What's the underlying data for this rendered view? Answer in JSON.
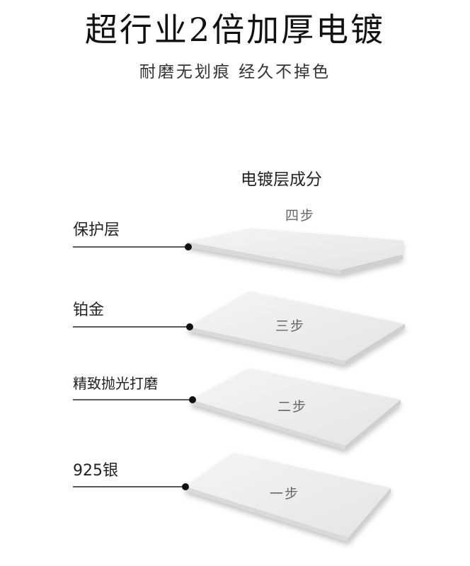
{
  "header": {
    "title": "超行业2倍加厚电镀",
    "subtitle": "耐磨无划痕 经久不掉色"
  },
  "diagram": {
    "title": "电镀层成分",
    "layers": [
      {
        "label": "保护层",
        "step": "四步"
      },
      {
        "label": "铂金",
        "step": "三步"
      },
      {
        "label": "精致抛光打磨",
        "step": "二步"
      },
      {
        "label": "925银",
        "step": "一步"
      }
    ]
  },
  "colors": {
    "plate_top": "#f2f2f2",
    "plate_side": "#dcdcdc",
    "leader_line": "#222222"
  }
}
